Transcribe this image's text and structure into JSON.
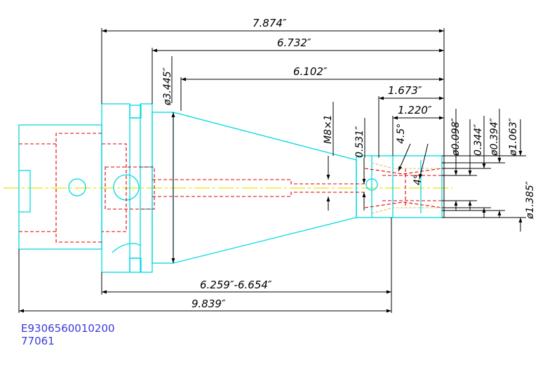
{
  "colors": {
    "body": "#00d8e0",
    "hidden": "#e00000",
    "dimension": "#000000",
    "axis": "#e8e800",
    "collet": "#e0c070",
    "label": "#3a3ad8"
  },
  "dimensions": {
    "overall_7874": "7.874″",
    "length_6732": "6.732″",
    "length_6102": "6.102″",
    "length_1673": "1.673″",
    "length_1220": "1.220″",
    "length_0531": "0.531″",
    "angle_45": "4.5°",
    "angle_4": "4°",
    "thread_m8": "M8×1",
    "dia_3445": "ø3.445″",
    "dia_0098": "ø0.098″",
    "dia_0344": "0.344″",
    "dia_0394": "ø0.394″",
    "dia_1063": "ø1.063″",
    "dia_1385": "ø1.385″",
    "range_6259": "6.259″-6.654″",
    "total_9839": "9.839″"
  },
  "part": {
    "number": "E9306560010200",
    "code": "77061"
  }
}
